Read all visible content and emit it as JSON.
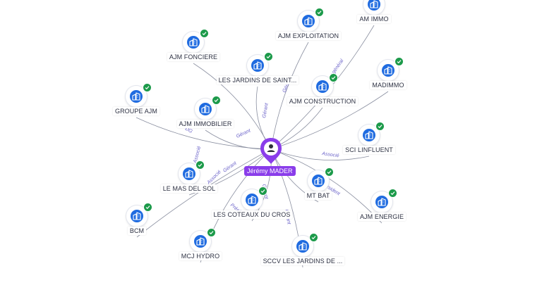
{
  "center": {
    "label": "Jérémy MADER",
    "icon": "person-icon",
    "color": "#8a3dea"
  },
  "nodes": [
    {
      "id": "am-immo",
      "label": "AM IMMO",
      "icon": "building-icon"
    },
    {
      "id": "ajm-exploitation",
      "label": "AJM EXPLOITATION",
      "icon": "building-icon"
    },
    {
      "id": "ajm-fonciere",
      "label": "AJM FONCIERE",
      "icon": "building-icon"
    },
    {
      "id": "les-jardins-saint",
      "label": "LES JARDINS DE SAINT...",
      "icon": "building-icon"
    },
    {
      "id": "madimmo",
      "label": "MADIMMO",
      "icon": "building-icon"
    },
    {
      "id": "groupe-ajm",
      "label": "GROUPE AJM",
      "icon": "building-icon"
    },
    {
      "id": "ajm-construction",
      "label": "AJM CONSTRUCTION",
      "icon": "building-icon"
    },
    {
      "id": "ajm-immobilier",
      "label": "AJM IMMOBILIER",
      "icon": "building-icon"
    },
    {
      "id": "sci-linfluent",
      "label": "SCI LINFLUENT",
      "icon": "building-icon"
    },
    {
      "id": "le-mas-del-sol",
      "label": "LE MAS DEL SOL",
      "icon": "building-icon"
    },
    {
      "id": "mt-bat",
      "label": "MT BAT",
      "icon": "building-icon"
    },
    {
      "id": "ajm-energie",
      "label": "AJM ENERGIE",
      "icon": "building-icon"
    },
    {
      "id": "bcm",
      "label": "BCM",
      "icon": "building-icon"
    },
    {
      "id": "les-coteaux-du-cros",
      "label": "LES COTEAUX DU CROS",
      "icon": "building-icon"
    },
    {
      "id": "mcj-hydro",
      "label": "MCJ HYDRO",
      "icon": "building-icon"
    },
    {
      "id": "sccv-les-jardins",
      "label": "SCCV LES JARDINS DE ...",
      "icon": "building-icon"
    }
  ],
  "edge_labels": [
    "Gérant",
    "Gérant",
    "Directeur général",
    "Associé",
    "Gérant",
    "Président",
    "Gérant",
    "Gérant",
    "Associé",
    "Président",
    "Gérant",
    "Associé",
    "DG",
    "Associé"
  ],
  "colors": {
    "node": "#1f6be0",
    "check": "#1c9a4a",
    "edge_label": "#6b63c9",
    "center": "#8a3dea"
  }
}
